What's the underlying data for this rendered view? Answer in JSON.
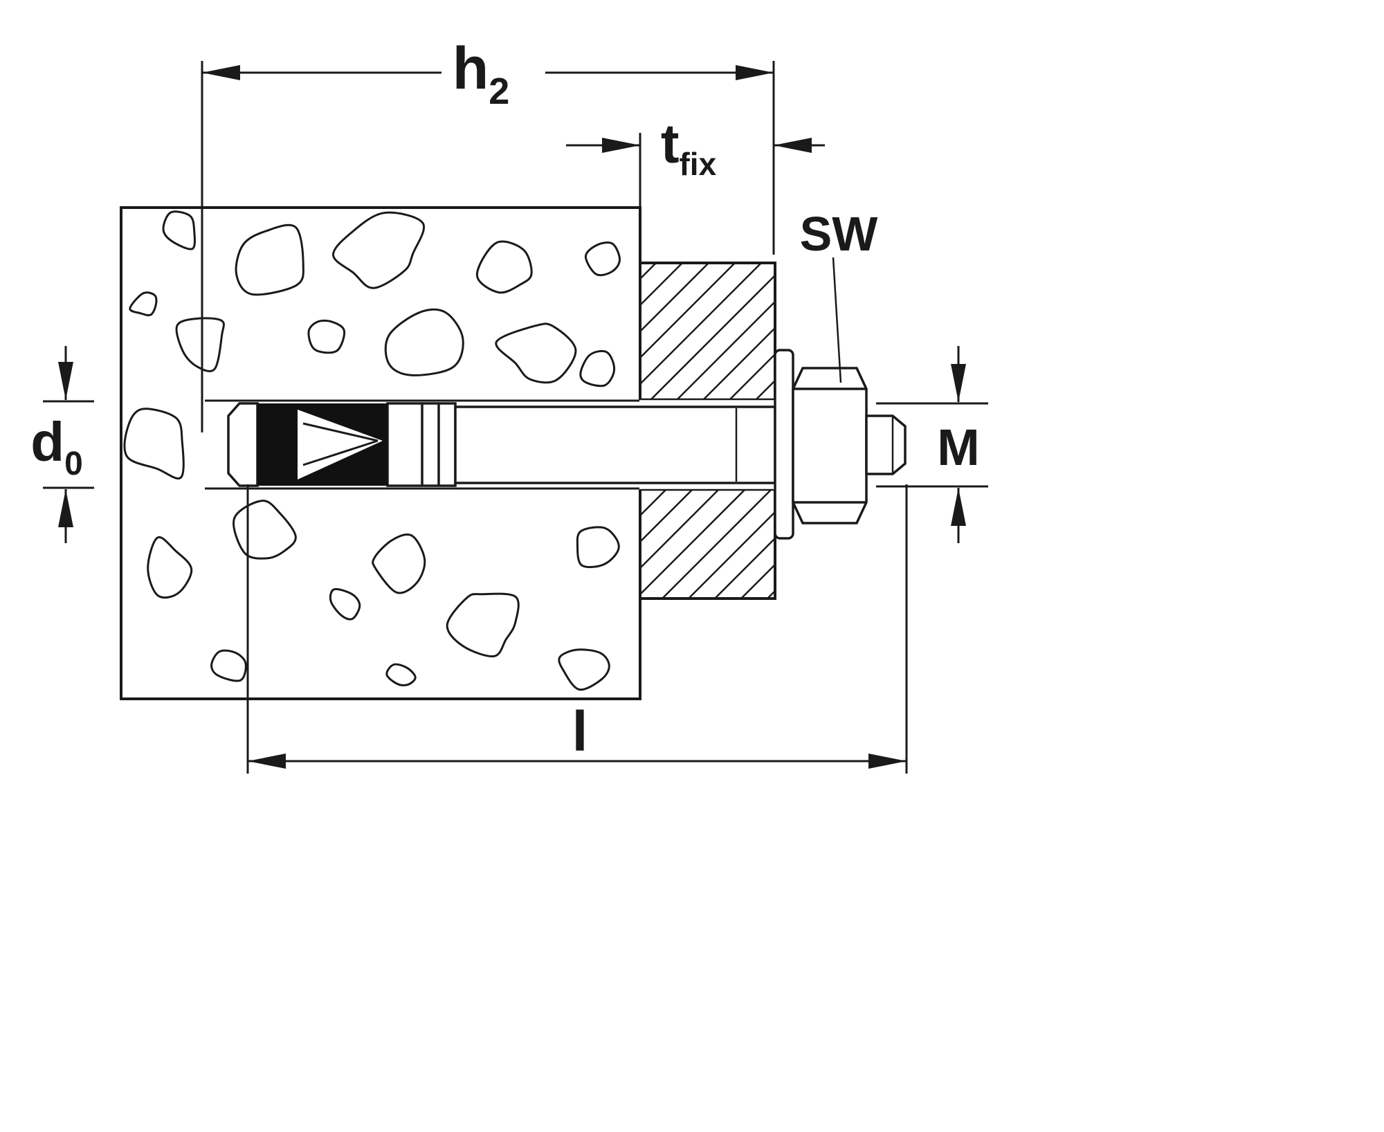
{
  "diagram": {
    "name": "anchor-bolt-installation-cross-section",
    "labels": {
      "h2_main": "h",
      "h2_sub": "2",
      "tfix_main": "t",
      "tfix_sub": "fix",
      "sw": "SW",
      "d0_main": "d",
      "d0_sub": "0",
      "m": "M",
      "l": "l"
    },
    "colors": {
      "line": "#1a1a1a",
      "ink": "#111111",
      "background": "#ffffff"
    }
  }
}
